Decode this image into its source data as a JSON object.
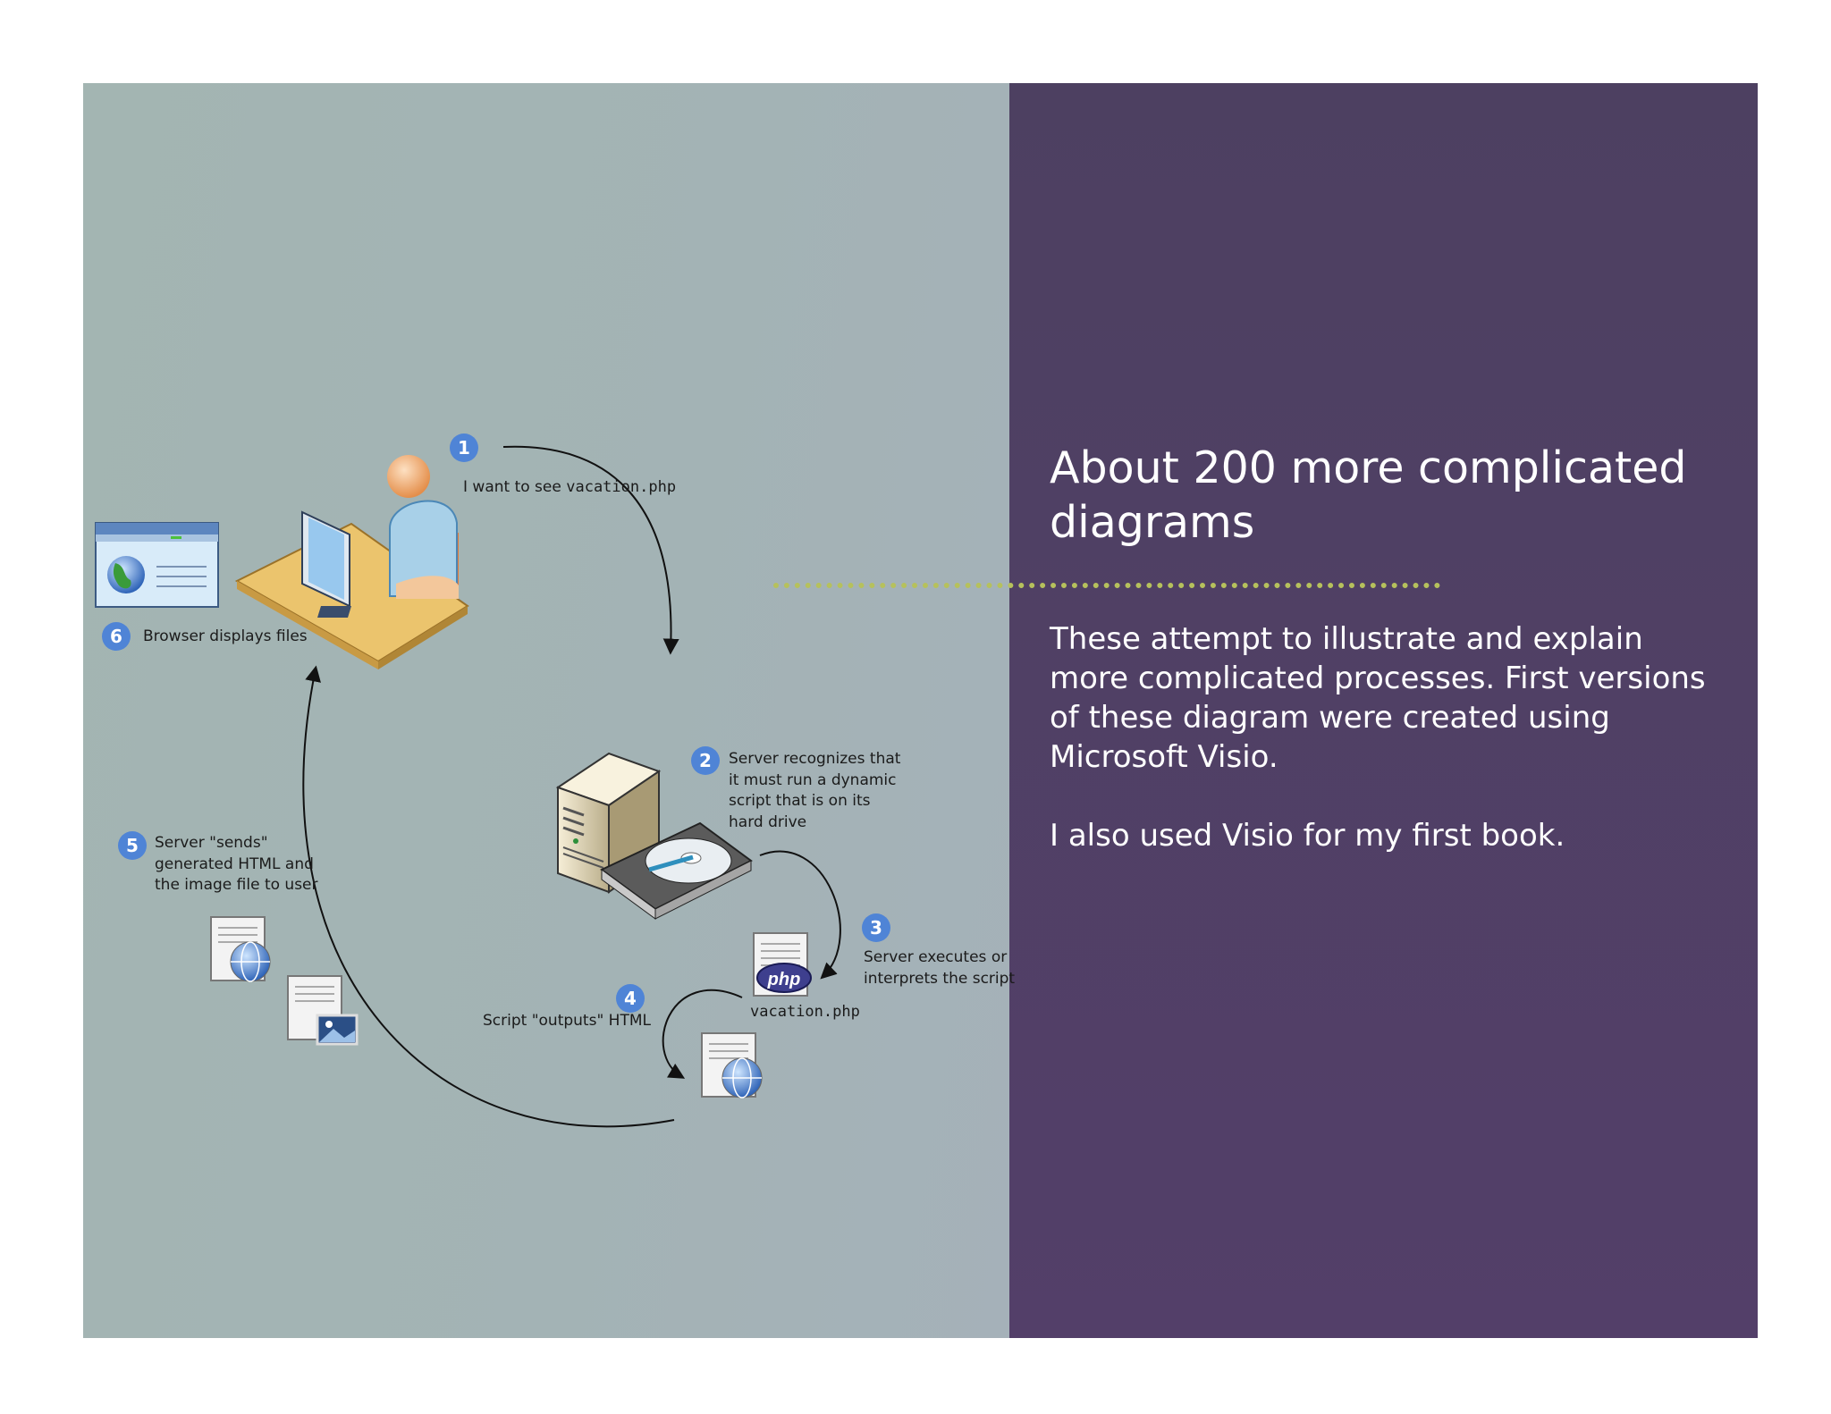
{
  "diagram": {
    "steps": [
      {
        "number": "1",
        "text": "I want to see ",
        "code": "vacation.php"
      },
      {
        "number": "2",
        "lines": [
          "Server recognizes that",
          "it must run a dynamic",
          "script that is on its",
          "hard drive"
        ]
      },
      {
        "number": "3",
        "lines": [
          "Server executes or",
          "interprets the script"
        ]
      },
      {
        "number": "4",
        "text": "Script \"outputs\" HTML"
      },
      {
        "number": "5",
        "lines": [
          "Server \"sends\"",
          "generated HTML and",
          "the image file to user"
        ]
      },
      {
        "number": "6",
        "text": "Browser displays files"
      }
    ],
    "file_label": "vacation.php",
    "php_logo_text": "php"
  },
  "content": {
    "title": "About 200 more complicated diagrams",
    "paragraphs": [
      "These attempt to illustrate and explain more complicated processes. First versions of these diagram were created using Microsoft Visio.",
      "I also used Visio for my first book."
    ]
  },
  "colors": {
    "left_panel": "#a3b5b2",
    "right_panel": "#4f4064",
    "badge": "#4f84d6",
    "dotted_rule": "#b6c15c"
  }
}
